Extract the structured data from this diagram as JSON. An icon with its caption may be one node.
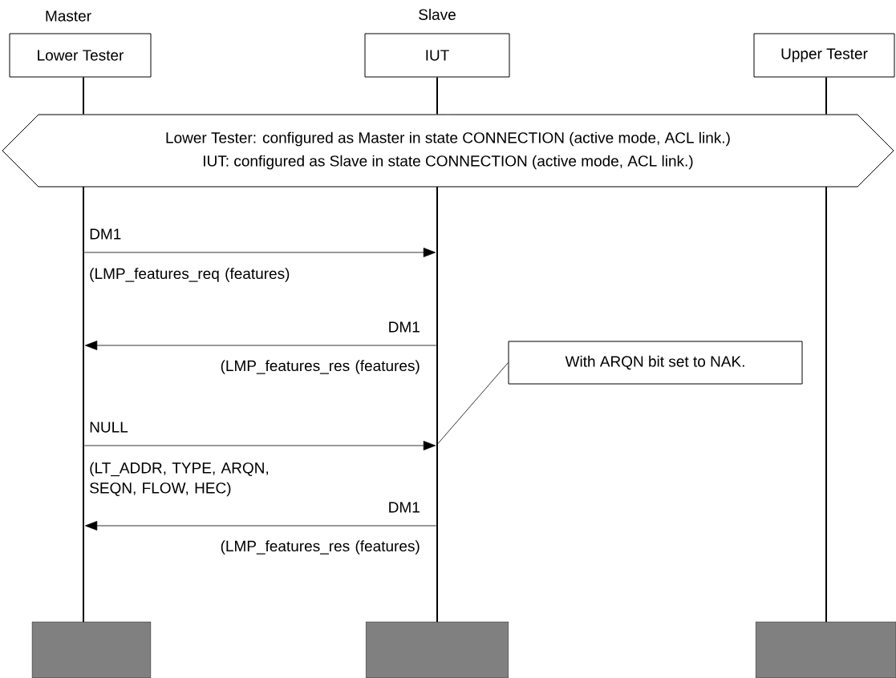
{
  "diagram": {
    "nodes": [
      {
        "text": [
          "Lower Tester"
        ],
        "beside": [
          "Master"
        ]
      },
      {
        "text": [
          "IUT"
        ],
        "beside": [
          "Slave"
        ]
      },
      {
        "text": [
          "Upper Tester"
        ]
      },
      {
        "text": [
          "Lower Tester: configured as Master in state CONNECTION (active mode, ACL link.)",
          "IUT: configured as Slave in state CONNECTION (active mode, ACL link.)"
        ]
      },
      {
        "text": [],
        "shape": "bar"
      },
      {
        "text": [],
        "shape": "bar"
      },
      {
        "text": [],
        "shape": "bar"
      },
      {
        "text": [
          "With ARQN bit set to NAK."
        ]
      },
      {
        "text": [],
        "shape": "line"
      },
      {
        "text": [],
        "shape": "line"
      },
      {
        "text": [],
        "shape": "line"
      }
    ],
    "edges": [
      {
        "from": 0,
        "to": 3,
        "arrow": "none"
      },
      {
        "from": 1,
        "to": 3,
        "arrow": "none"
      },
      {
        "from": 2,
        "to": 3,
        "arrow": "none"
      },
      {
        "from": 8,
        "to": 9,
        "arrow": "to",
        "label": "DM1"
      },
      {
        "from": 9,
        "to": 8,
        "arrow": "to",
        "label": "DM1"
      },
      {
        "from": 8,
        "to": 9,
        "arrow": "to",
        "label": "NULL"
      },
      {
        "from": 9,
        "to": 8,
        "arrow": "to",
        "label": "DM1"
      },
      {
        "from": 7,
        "to": 9,
        "arrow": "none"
      }
    ],
    "labels": [
      "(LMP_features_req (features)",
      "(LMP_features_res (features)",
      "(LT_ADDR, TYPE, ARQN, SEQN, FLOW, HEC)",
      "(LMP_features_res (features)"
    ]
  }
}
